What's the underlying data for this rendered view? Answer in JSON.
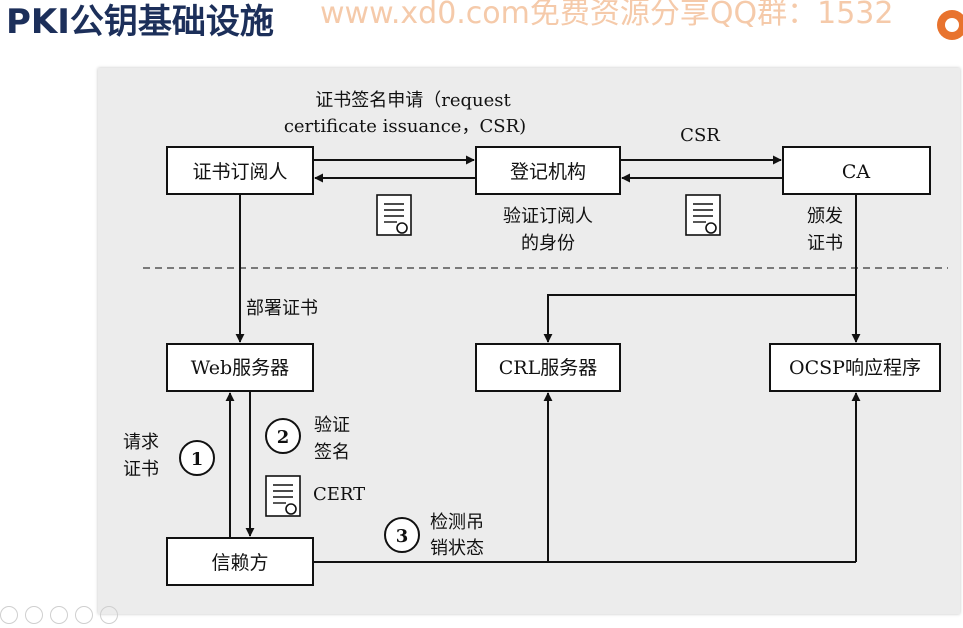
{
  "header": {
    "title": "PKI公钥基础设施",
    "watermark": "www.xd0.com免费资源分享QQ群：1532"
  },
  "diagram": {
    "nodes": {
      "subscriber": "证书订阅人",
      "ra": "登记机构",
      "ca": "CA",
      "web_server": "Web服务器",
      "crl_server": "CRL服务器",
      "ocsp": "OCSP响应程序",
      "relying_party": "信赖方"
    },
    "labels": {
      "csr_request_line1": "证书签名申请（request",
      "csr_request_line2": "certificate issuance，CSR)",
      "csr": "CSR",
      "verify_identity_line1": "验证订阅人",
      "verify_identity_line2": "的身份",
      "issue_cert_line1": "颁发",
      "issue_cert_line2": "证书",
      "deploy_cert": "部署证书",
      "request_cert_line1": "请求",
      "request_cert_line2": "证书",
      "verify_sig_line1": "验证",
      "verify_sig_line2": "签名",
      "cert": "CERT",
      "check_revocation_line1": "检测吊",
      "check_revocation_line2": "销状态"
    },
    "steps": [
      "1",
      "2",
      "3"
    ]
  },
  "colors": {
    "title": "#1c2f5a",
    "panel": "#ececec",
    "line": "#111111",
    "watermark": "#f2b98e"
  }
}
